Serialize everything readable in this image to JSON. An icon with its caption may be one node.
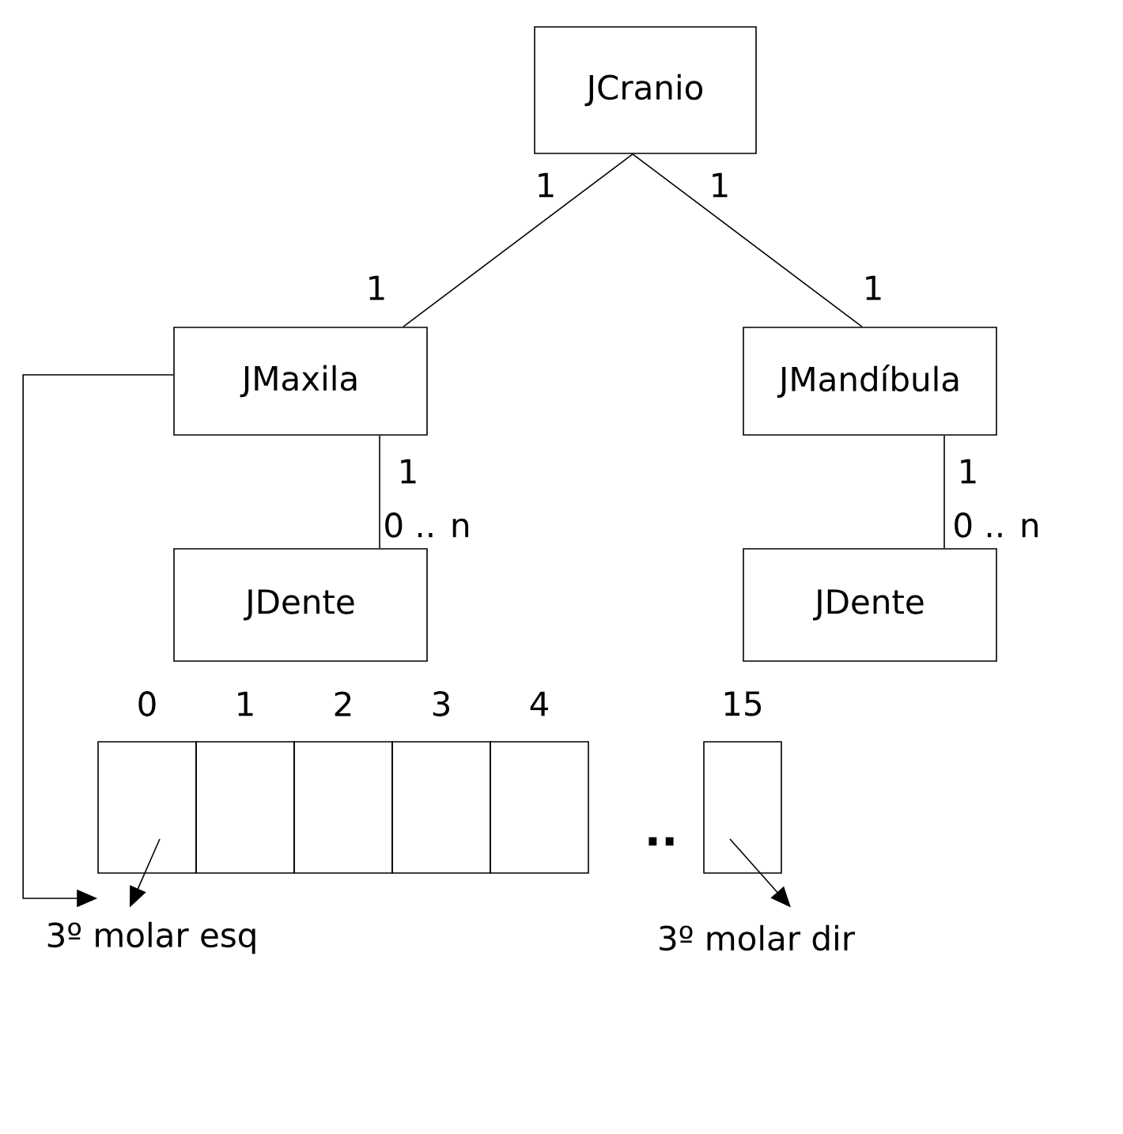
{
  "diagram": {
    "nodes": [
      {
        "text": [
          "JCranio"
        ]
      },
      {
        "text": [
          "JMaxila"
        ]
      },
      {
        "text": [
          "JMandíbula"
        ]
      },
      {
        "text": [
          "JDente"
        ]
      },
      {
        "text": [
          "JDente"
        ]
      },
      {
        "text": [],
        "shape": "box",
        "beside": [
          "0"
        ]
      },
      {
        "text": [],
        "shape": "box",
        "beside": [
          "1"
        ]
      },
      {
        "text": [],
        "shape": "box",
        "beside": [
          "2"
        ]
      },
      {
        "text": [],
        "shape": "box",
        "beside": [
          "3"
        ]
      },
      {
        "text": [],
        "shape": "box",
        "beside": [
          "4"
        ]
      },
      {
        "text": [],
        "shape": "box",
        "beside": [
          "15"
        ]
      },
      {
        "text": [
          "3º molar esq"
        ]
      },
      {
        "text": [
          "3º molar dir"
        ]
      }
    ],
    "edges": [
      {
        "from": 0,
        "to": 1,
        "arrow": "none"
      },
      {
        "from": 0,
        "to": 2,
        "arrow": "none"
      },
      {
        "from": 1,
        "to": 3,
        "arrow": "none"
      },
      {
        "from": 2,
        "to": 4,
        "arrow": "none"
      },
      {
        "from": 1,
        "to": 5,
        "arrow": "to"
      },
      {
        "from": 5,
        "to": 11,
        "arrow": "to"
      },
      {
        "from": 10,
        "to": 12,
        "arrow": "to"
      }
    ],
    "labels": [
      "1",
      "1",
      "1",
      "1",
      "1",
      "1",
      "0 .. n",
      "0 .. n",
      ".."
    ]
  }
}
